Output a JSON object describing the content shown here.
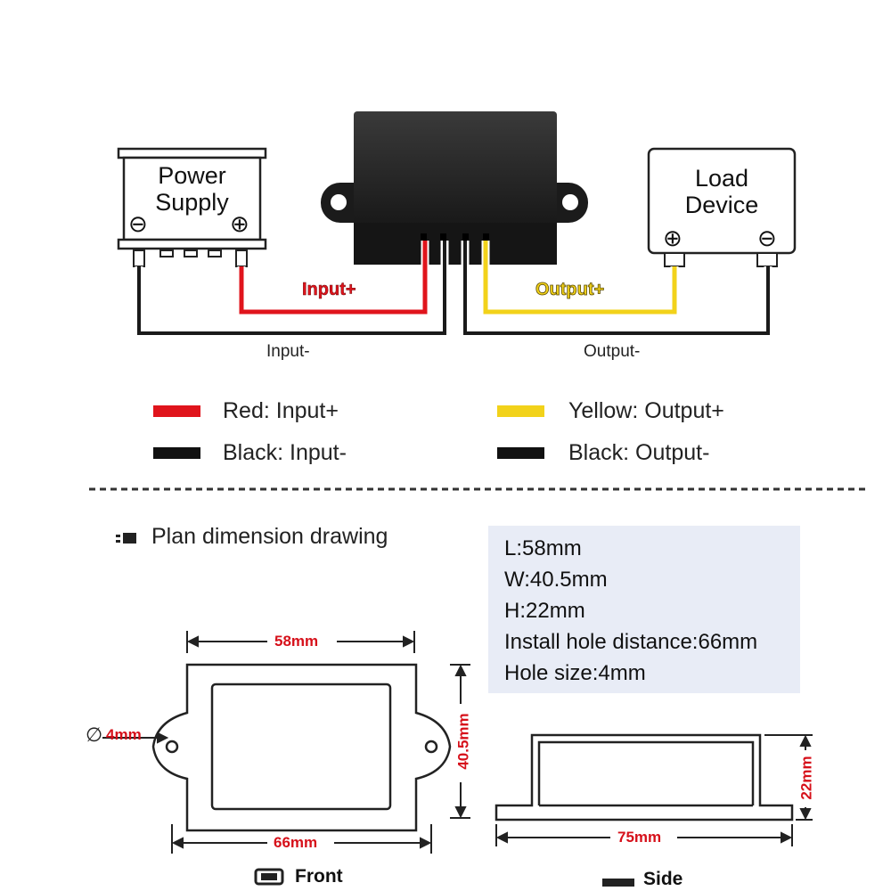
{
  "wiring": {
    "power_supply": {
      "line1": "Power",
      "line2": "Supply",
      "neg_symbol": "⊖",
      "pos_symbol": "⊕"
    },
    "load_device": {
      "line1": "Load",
      "line2": "Device",
      "pos_symbol": "⊕",
      "neg_symbol": "⊖"
    },
    "wire_labels": {
      "input_plus": "Input+",
      "output_plus": "Output+",
      "input_minus": "Input-",
      "output_minus": "Output-"
    }
  },
  "legend": [
    {
      "color": "#e0141c",
      "text": "Red: Input+"
    },
    {
      "color": "#111111",
      "text": "Black: Input-"
    },
    {
      "color": "#f2d21a",
      "text": "Yellow: Output+"
    },
    {
      "color": "#111111",
      "text": "Black: Output-"
    }
  ],
  "dimension_section": {
    "heading": "Plan dimension drawing",
    "specs": [
      "L:58mm",
      "W:40.5mm",
      "H:22mm",
      "Install hole distance:66mm",
      "Hole size:4mm"
    ],
    "front": {
      "length": "58mm",
      "width": "40.5mm",
      "hole_distance": "66mm",
      "hole_symbol": "∅",
      "hole_size": "4mm",
      "caption": "Front"
    },
    "side": {
      "length": "75mm",
      "height": "22mm",
      "caption": "Side"
    }
  },
  "colors": {
    "red_wire": "#e0141c",
    "yellow_wire": "#f2d21a",
    "black_wire": "#1a1a1a",
    "dimension_red": "#d6101a",
    "spec_box_bg": "#e8ecf6"
  }
}
